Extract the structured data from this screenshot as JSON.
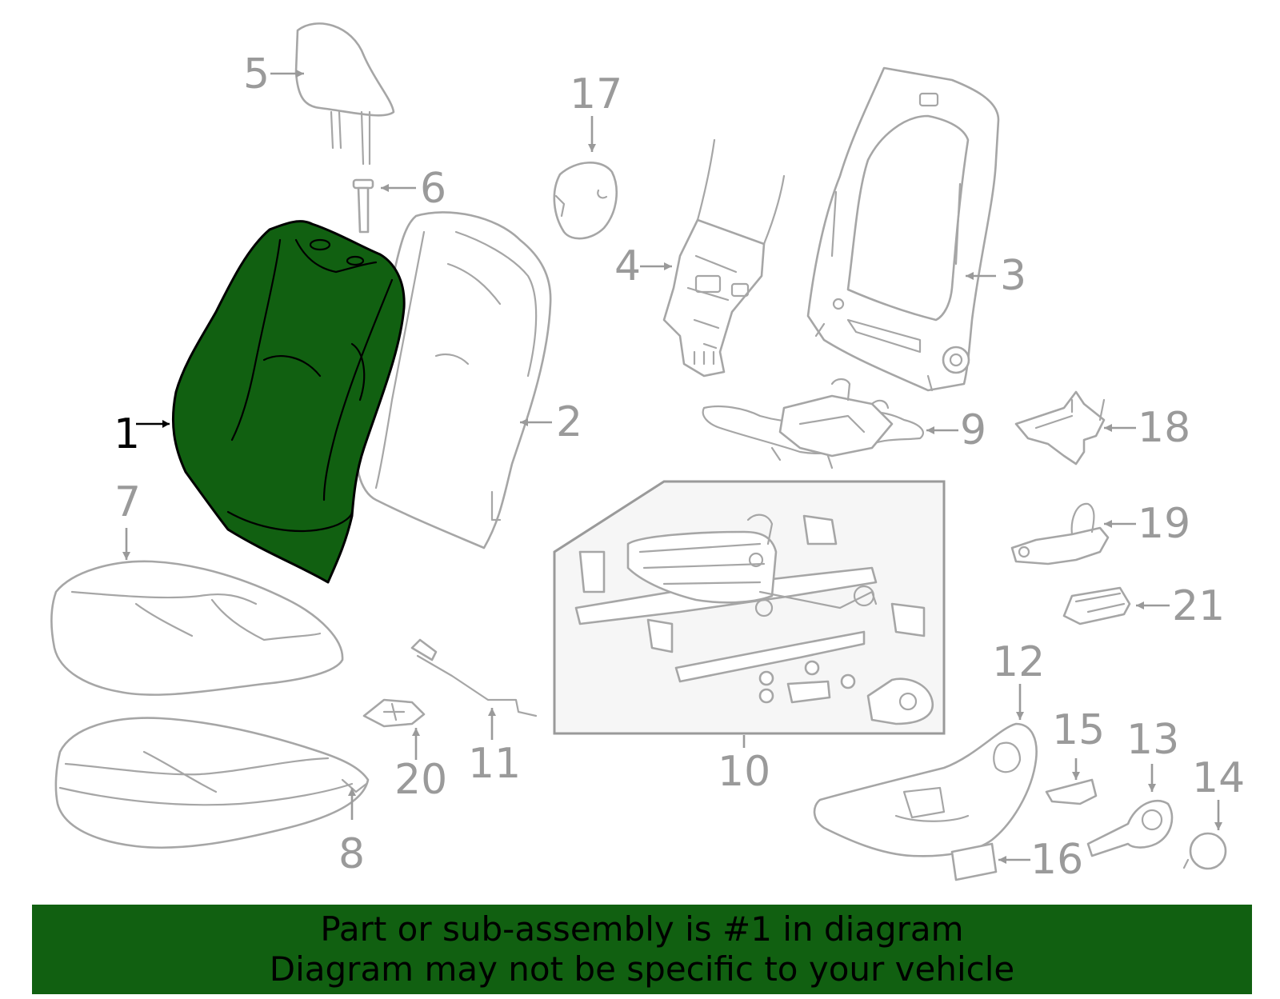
{
  "selected_part": "1",
  "colors": {
    "highlight": "#116011",
    "part_stroke": "#a6a6a6",
    "label": "#9a9a9a",
    "banner_bg": "#116011"
  },
  "callouts": [
    {
      "num": "1",
      "selected": true
    },
    {
      "num": "2"
    },
    {
      "num": "3"
    },
    {
      "num": "4"
    },
    {
      "num": "5"
    },
    {
      "num": "6"
    },
    {
      "num": "7"
    },
    {
      "num": "8"
    },
    {
      "num": "9"
    },
    {
      "num": "10"
    },
    {
      "num": "11"
    },
    {
      "num": "12"
    },
    {
      "num": "13"
    },
    {
      "num": "14"
    },
    {
      "num": "15"
    },
    {
      "num": "16"
    },
    {
      "num": "17"
    },
    {
      "num": "18"
    },
    {
      "num": "19"
    },
    {
      "num": "20"
    },
    {
      "num": "21"
    }
  ],
  "banner": {
    "line1": "Part or sub-assembly is #1 in diagram",
    "line2": "Diagram may not be specific to your vehicle"
  }
}
